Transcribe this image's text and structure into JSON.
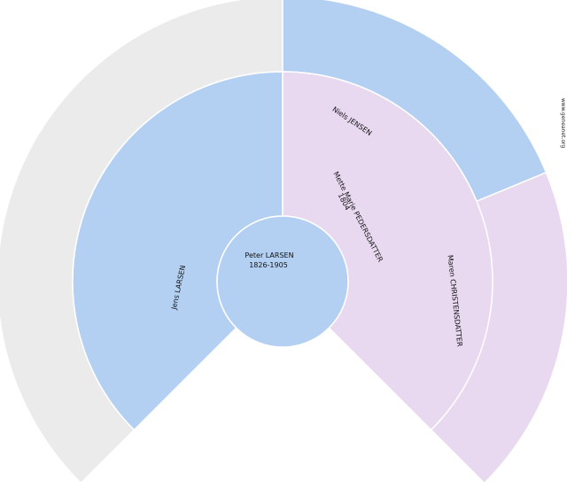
{
  "colors": {
    "male": "#b3d0f2",
    "female": "#e8d9f1",
    "empty": "#ebebeb",
    "separator": "#ffffff"
  },
  "root": {
    "name": "Peter LARSEN",
    "years": "1826-1905",
    "sex": "male"
  },
  "parents": {
    "father": {
      "name": "Jens LARSEN",
      "years": "",
      "sex": "male"
    },
    "mother": {
      "name": "Mette Marie PEDERSDATTER",
      "years": "1804",
      "sex": "female"
    }
  },
  "grandparents": {
    "paternal_grandfather": {
      "name": "",
      "sex": "unknown"
    },
    "paternal_grandmother": {
      "name": "",
      "sex": "unknown"
    },
    "maternal_grandfather": {
      "name": "Niels JENSEN",
      "sex": "male"
    },
    "maternal_grandmother": {
      "name": "Maren CHRISTENSDATTER",
      "sex": "female"
    }
  },
  "watermark": "www.geneanet.org"
}
